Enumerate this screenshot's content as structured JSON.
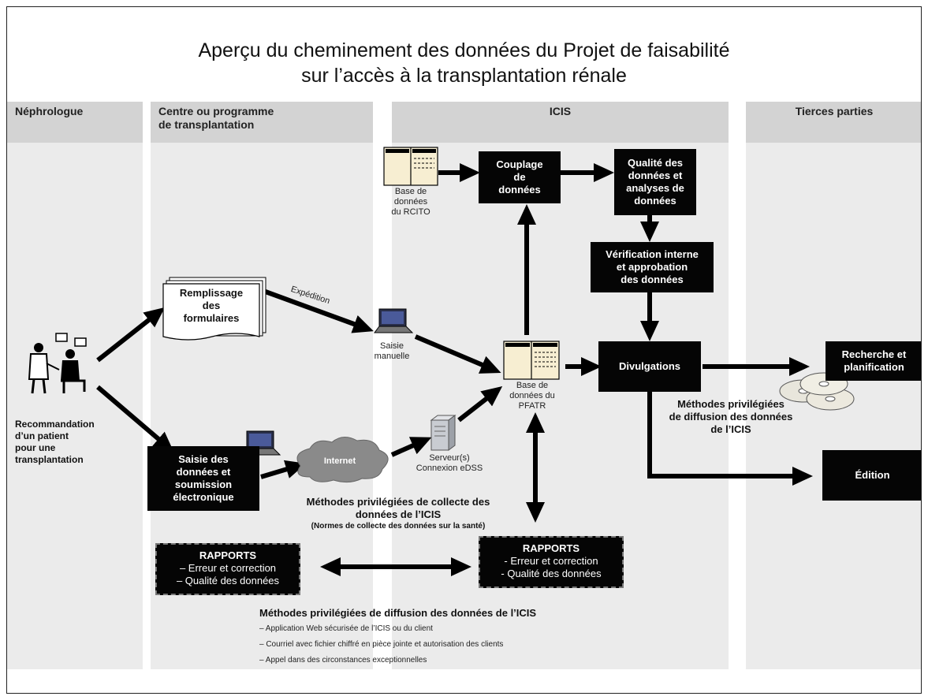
{
  "title_line1": "Aperçu du cheminement des données du Projet de faisabilité",
  "title_line2": "sur l’accès à la transplantation rénale",
  "columns": {
    "nephrologue": "Néphrologue",
    "centre_l1": "Centre ou programme",
    "centre_l2": "de transplantation",
    "icis": "ICIS",
    "tierces": "Tierces parties"
  },
  "patient": {
    "l1": "Recommandation",
    "l2": "d’un patient",
    "l3": "pour une",
    "l4": "transplantation"
  },
  "forms": {
    "l1": "Remplissage",
    "l2": "des",
    "l3": "formulaires"
  },
  "expedition": "Expédition",
  "saisie_manuelle": {
    "l1": "Saisie",
    "l2": "manuelle"
  },
  "saisie_elec": {
    "l1": "Saisie des",
    "l2": "données et",
    "l3": "soumission",
    "l4": "électronique"
  },
  "internet": "Internet",
  "serveur": {
    "l1": "Serveur(s)",
    "l2": "Connexion eDSS"
  },
  "rcito": {
    "l1": "Base de",
    "l2": "données",
    "l3": "du RCITO"
  },
  "pfatr": {
    "l1": "Base de",
    "l2": "données du",
    "l3": "PFATR"
  },
  "couplage": {
    "l1": "Couplage",
    "l2": "de",
    "l3": "données"
  },
  "qualite": {
    "l1": "Qualité des",
    "l2": "données et",
    "l3": "analyses de",
    "l4": "données"
  },
  "verification": {
    "l1": "Vérification interne",
    "l2": "et approbation",
    "l3": "des données"
  },
  "divulgations": "Divulgations",
  "recherche": {
    "l1": "Recherche et",
    "l2": "planification"
  },
  "edition": "Édition",
  "diffusion_right": {
    "l1": "Méthodes privilégiées",
    "l2": "de diffusion  des données",
    "l3": "de l’ICIS"
  },
  "collecte": {
    "l1": "Méthodes  privilégiées de collecte des",
    "l2": "données de l’ICIS",
    "l3": "(Normes de collecte des données sur la santé)"
  },
  "rapports_left": {
    "title": "RAPPORTS",
    "l1": "– Erreur et correction",
    "l2": "– Qualité des données"
  },
  "rapports_right": {
    "title": "RAPPORTS",
    "l1": "- Erreur et correction",
    "l2": "- Qualité des données"
  },
  "diffusion_bottom": {
    "title": "Méthodes privilégiées de diffusion des données de l’ICIS",
    "items": [
      "– Application Web sécurisée de l’ICIS   ou du client",
      "– Courriel avec  fichier chiffré en pièce jointe et autorisation des clients",
      "– Appel dans des circonstances exceptionnelles"
    ]
  },
  "colors": {
    "box": "#050505",
    "column": "#ebebeb",
    "header": "#d3d3d3",
    "arrow": "#000000"
  },
  "icons": [
    "doctor-patient-icon",
    "forms-document-icon",
    "laptop-icon",
    "database-table-icon",
    "cloud-icon",
    "server-icon",
    "cd-discs-icon"
  ]
}
